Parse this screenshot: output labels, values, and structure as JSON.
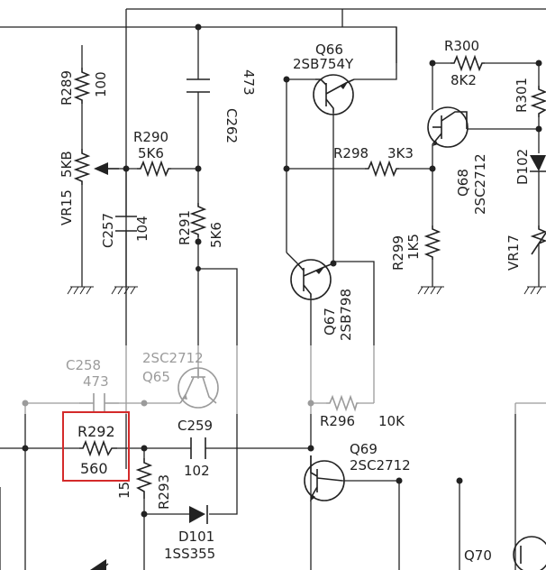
{
  "components": {
    "r289": {
      "ref": "R289",
      "value": "100"
    },
    "vr15": {
      "ref": "VR15",
      "value": "5KB"
    },
    "c257": {
      "ref": "C257",
      "value": "104"
    },
    "r290": {
      "ref": "R290",
      "value": "5K6"
    },
    "c262": {
      "ref": "C262",
      "value": "473"
    },
    "r291": {
      "ref": "R291",
      "value": "5K6"
    },
    "q66": {
      "ref": "Q66",
      "part": "2SB754Y"
    },
    "r298": {
      "ref": "R298",
      "value": "3K3"
    },
    "r300": {
      "ref": "R300",
      "value": "8K2"
    },
    "r301": {
      "ref": "R301"
    },
    "q68": {
      "ref": "Q68",
      "part": "2SC2712"
    },
    "d102": {
      "ref": "D102"
    },
    "r299": {
      "ref": "R299",
      "value": "1K5"
    },
    "vr17": {
      "ref": "VR17"
    },
    "q67": {
      "ref": "Q67",
      "part": "2SB798"
    },
    "c258": {
      "ref": "C258",
      "value": "473"
    },
    "q65": {
      "ref": "Q65",
      "part": "2SC2712"
    },
    "r296": {
      "ref": "R296",
      "value": "10K"
    },
    "r292": {
      "ref": "R292",
      "value": "560"
    },
    "c259": {
      "ref": "C259",
      "value": "102"
    },
    "r293": {
      "ref": "R293",
      "value": "15"
    },
    "q69": {
      "ref": "Q69",
      "part": "2SC2712"
    },
    "d101": {
      "ref": "D101",
      "part": "1SS355"
    },
    "q70": {
      "ref": "Q70"
    }
  },
  "highlight": {
    "target": "R292",
    "color": "#d42a2a"
  }
}
